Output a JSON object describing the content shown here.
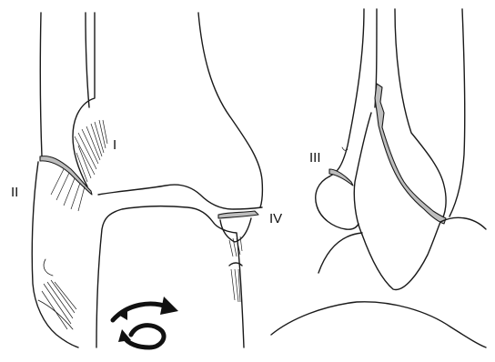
{
  "labels": {
    "stage_1": "I",
    "stage_2": "II",
    "stage_3": "III",
    "stage_4": "IV"
  },
  "views": [
    "ankle-ap-view",
    "ankle-lateral-view"
  ]
}
